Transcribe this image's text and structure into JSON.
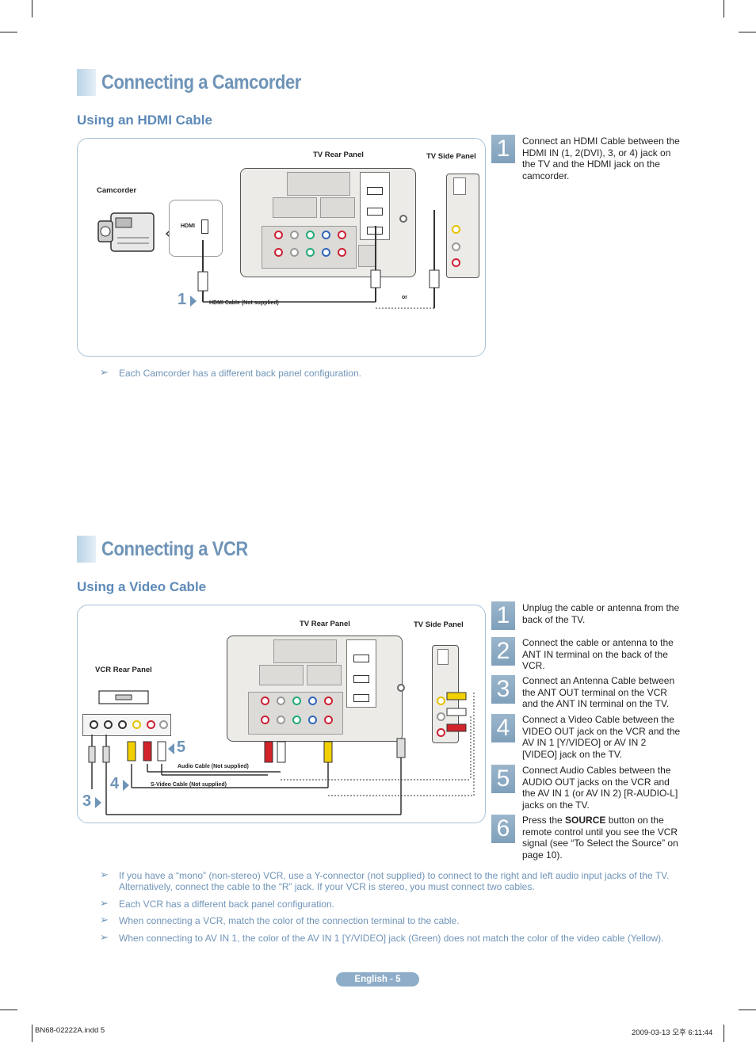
{
  "camcorder": {
    "title": "Connecting a Camcorder",
    "subtitle": "Using an HDMI Cable",
    "diagram": {
      "tv_rear_label": "TV Rear Panel",
      "tv_side_label": "TV Side Panel",
      "device_label": "Camcorder",
      "device_port": "HDMI",
      "cable_label": "HDMI Cable (Not supplied)",
      "or_label": "or",
      "step_marker": "1"
    },
    "steps": [
      {
        "num": "1",
        "text": "Connect an HDMI Cable between the HDMI IN (1, 2(DVI), 3, or 4) jack on the TV and the HDMI jack on the camcorder."
      }
    ],
    "notes": [
      "Each Camcorder has a different back panel configuration."
    ]
  },
  "vcr": {
    "title": "Connecting a VCR",
    "subtitle": "Using a Video Cable",
    "diagram": {
      "tv_rear_label": "TV Rear Panel",
      "tv_side_label": "TV Side Panel",
      "device_label": "VCR Rear Panel",
      "audio_cable_label": "Audio Cable (Not supplied)",
      "svideo_cable_label": "S-Video Cable (Not supplied)",
      "markers": [
        "5",
        "4",
        "3"
      ]
    },
    "steps": [
      {
        "num": "1",
        "text": "Unplug the cable or antenna from the back of the TV."
      },
      {
        "num": "2",
        "text": "Connect the cable or antenna to the ANT IN terminal on the back of the VCR."
      },
      {
        "num": "3",
        "text": "Connect an Antenna Cable between the ANT OUT terminal on the VCR and the ANT IN terminal on the TV."
      },
      {
        "num": "4",
        "text": "Connect a Video Cable between the VIDEO OUT jack on the VCR and the AV IN 1 [Y/VIDEO] or AV IN 2 [VIDEO] jack on the TV."
      },
      {
        "num": "5",
        "text": "Connect Audio Cables between the AUDIO OUT jacks on the VCR and the AV IN 1 (or AV IN 2) [R-AUDIO-L] jacks on the TV."
      },
      {
        "num": "6",
        "text_before": "Press the ",
        "text_bold": "SOURCE",
        "text_after": " button on the remote control until you see the VCR signal (see “To Select the Source” on page 10)."
      }
    ],
    "notes": [
      "If you have a “mono” (non-stereo) VCR, use a Y-connector (not supplied) to connect to the right and left audio input jacks of the TV. Alternatively, connect the cable to the “R” jack. If your VCR is stereo, you must connect two cables.",
      "Each VCR has a different back panel configuration.",
      "When connecting a VCR, match the color of the connection terminal to the cable.",
      "When connecting to AV IN 1, the color of the AV IN 1 [Y/VIDEO] jack (Green) does not match the color of the video cable (Yellow)."
    ]
  },
  "footer": {
    "page_label": "English - 5",
    "file_info": "BN68-02222A.indd   5",
    "timestamp": "2009-03-13   오후 6:11:44"
  },
  "colors": {
    "accent": "#6f94b8",
    "panel_border": "#a9c2d6",
    "step_box": "#8aa9c2"
  }
}
